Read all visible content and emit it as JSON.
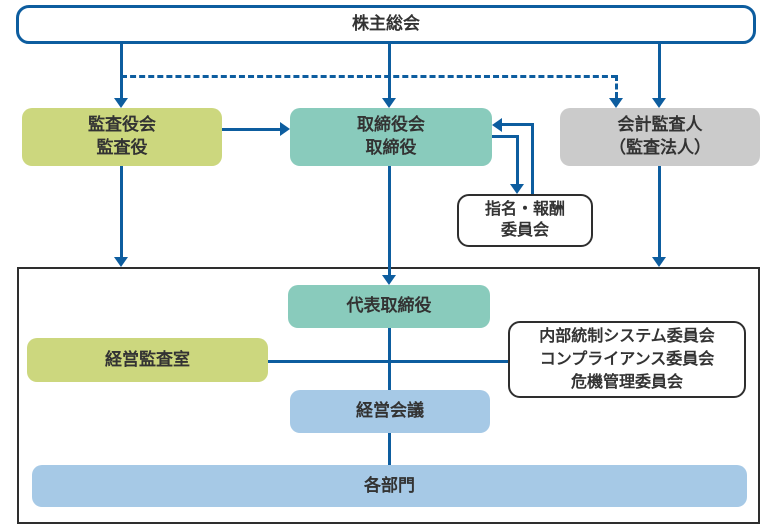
{
  "nodes": {
    "shareholders": {
      "label": "株主総会"
    },
    "audit_board": {
      "lines": [
        "監査役会",
        "監査役"
      ]
    },
    "board": {
      "lines": [
        "取締役会",
        "取締役"
      ]
    },
    "accounting_auditor": {
      "lines": [
        "会計監査人",
        "（監査法人）"
      ]
    },
    "nomination_committee": {
      "lines": [
        "指名・報酬",
        "委員会"
      ]
    },
    "representative_director": {
      "label": "代表取締役"
    },
    "management_audit_office": {
      "label": "経営監査室"
    },
    "internal_committees": {
      "lines": [
        "内部統制システム委員会",
        "コンプライアンス委員会",
        "危機管理委員会"
      ]
    },
    "management_council": {
      "label": "経営会議"
    },
    "departments": {
      "label": "各部門"
    }
  },
  "colors": {
    "line_blue": "#0d5d9f",
    "green_box": "#ccd77e",
    "teal_box": "#89cbbc",
    "gray_box": "#cbcbcb",
    "light_blue_box": "#a6c9e6",
    "dark_border": "#2e2e2e",
    "text": "#333333"
  }
}
